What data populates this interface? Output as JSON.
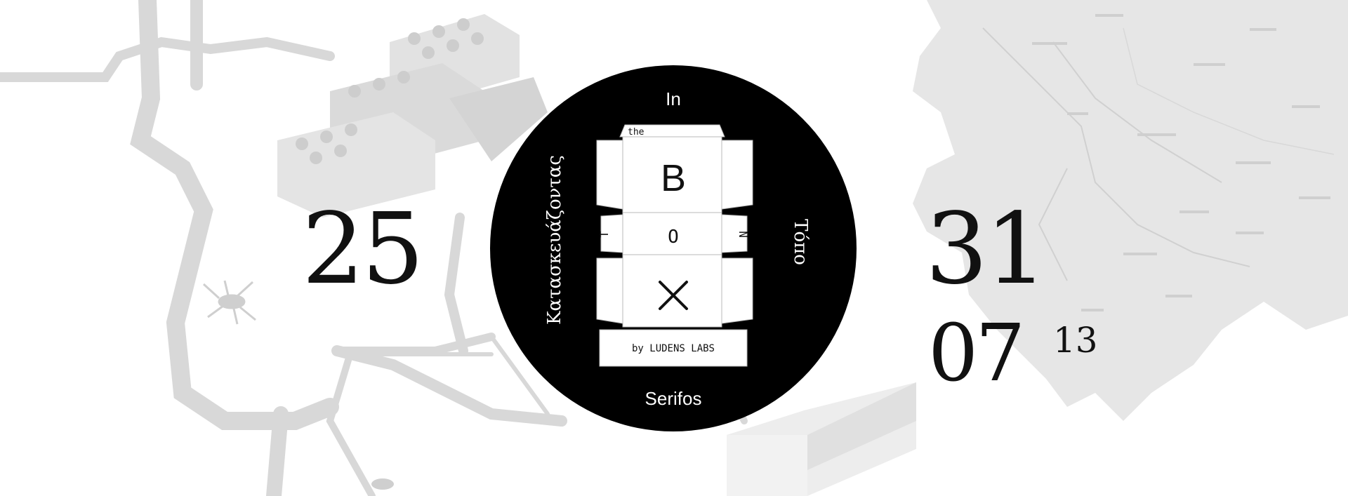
{
  "dates": {
    "start_day": "25",
    "end_day": "31",
    "end_month": "07",
    "end_year": "13"
  },
  "logo": {
    "top_word": "In",
    "bottom_word": "Serifos",
    "left_vertical": "Κατασκευάζοντας",
    "right_vertical": "Τόπο",
    "box_the": "the",
    "box_letter_b": "B",
    "box_letter_o": "O",
    "box_letter_t": "T",
    "box_letter_n": "N",
    "box_credit": "by LUDENS LABS"
  },
  "colors": {
    "background": "#ffffff",
    "circle": "#000000",
    "faded_photo": "#d6d6d6",
    "map": "#e3e3e3"
  }
}
